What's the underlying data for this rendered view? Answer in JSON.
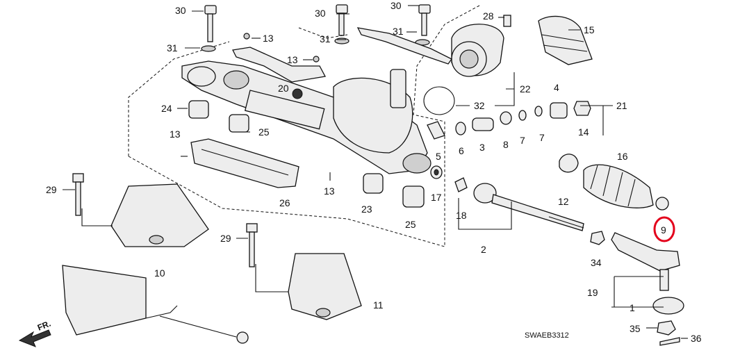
{
  "diagram": {
    "code": "SWAEB3312",
    "direction_label": "FR.",
    "highlight": {
      "label": "9",
      "color": "#e3001b"
    },
    "labels": {
      "l30a": "30",
      "l30b": "30",
      "l30c": "30",
      "l31a": "31",
      "l31b": "31",
      "l31c": "31",
      "l13a": "13",
      "l13b": "13",
      "l13c": "13",
      "l13d": "13",
      "l28": "28",
      "l15": "15",
      "l20": "20",
      "l22": "22",
      "l32": "32",
      "l4": "4",
      "l21": "21",
      "l24": "24",
      "l25a": "25",
      "l25b": "25",
      "l6": "6",
      "l3": "3",
      "l8": "8",
      "l7a": "7",
      "l7b": "7",
      "l14": "14",
      "l5": "5",
      "l16": "16",
      "l12": "12",
      "l9": "9",
      "l29a": "29",
      "l29b": "29",
      "l26": "26",
      "l23": "23",
      "l17": "17",
      "l18": "18",
      "l2": "2",
      "l34": "34",
      "l10": "10",
      "l11": "11",
      "l19": "19",
      "l1": "1",
      "l35": "35",
      "l36": "36"
    }
  }
}
